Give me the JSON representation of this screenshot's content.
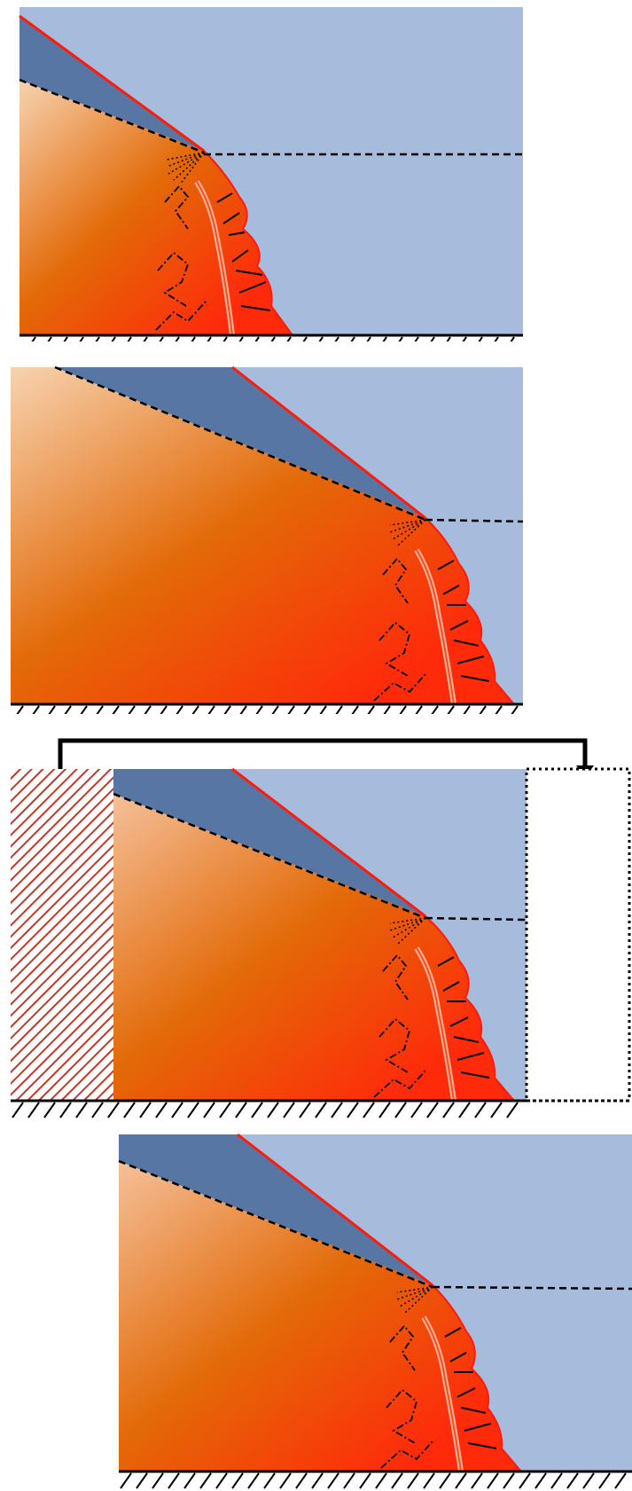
{
  "figure": {
    "panel_count": 4,
    "panels": [
      {
        "id": "stage-1",
        "shows_wall": false
      },
      {
        "id": "stage-2",
        "shows_wall": false
      },
      {
        "id": "stage-3",
        "shows_wall": true,
        "shows_shift_arrow": true
      },
      {
        "id": "stage-4",
        "shows_wall": false
      }
    ]
  },
  "colors": {
    "ambient_fluid": "#a7bcdc",
    "upper_layer": "#5876a3",
    "body_light": "#f5cba4",
    "body_mid": "#e36a08",
    "body_hot": "#ff1a0a",
    "interface_line": "#ff1a0a",
    "wall_hatch": "#c0392b",
    "ground_line": "#000000"
  },
  "icons": {
    "ground": "hatched-ground",
    "shift": "elbow-arrow-right"
  }
}
